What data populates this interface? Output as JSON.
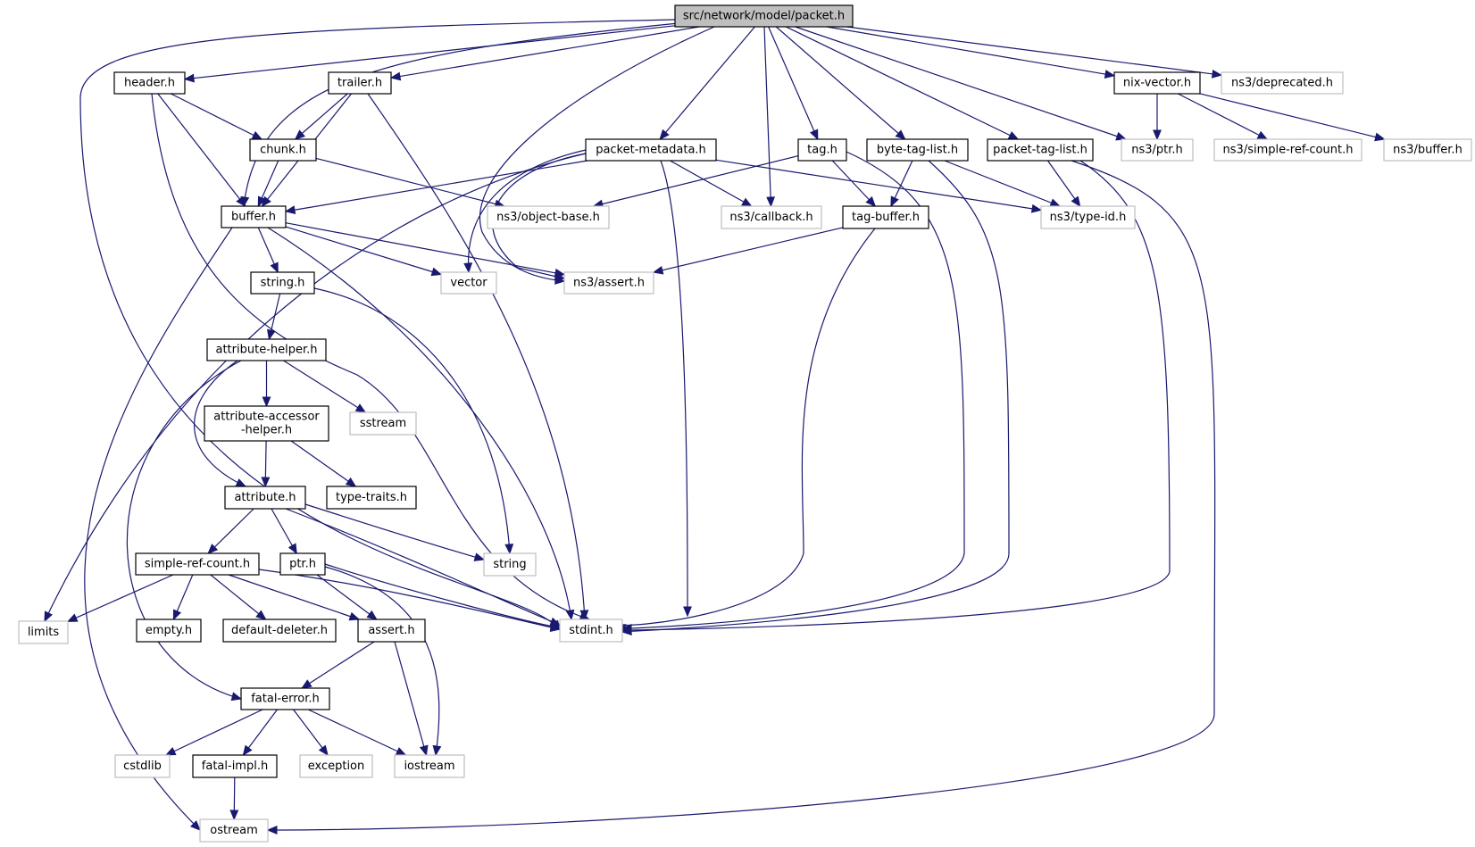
{
  "title": "src/network/model/packet.h",
  "colors": {
    "edge": "#191970",
    "root_fill": "#bfbfbf",
    "local_border": "#000000",
    "external_border": "#bfbfbf"
  },
  "nodes": [
    {
      "id": "packet_h",
      "label": "src/network/model/packet.h",
      "kind": "root"
    },
    {
      "id": "header_h",
      "label": "header.h",
      "kind": "local"
    },
    {
      "id": "trailer_h",
      "label": "trailer.h",
      "kind": "local"
    },
    {
      "id": "chunk_h",
      "label": "chunk.h",
      "kind": "local"
    },
    {
      "id": "buffer_h",
      "label": "buffer.h",
      "kind": "local"
    },
    {
      "id": "packet_metadata_h",
      "label": "packet-metadata.h",
      "kind": "local"
    },
    {
      "id": "tag_h",
      "label": "tag.h",
      "kind": "local"
    },
    {
      "id": "byte_tag_list_h",
      "label": "byte-tag-list.h",
      "kind": "local"
    },
    {
      "id": "packet_tag_list_h",
      "label": "packet-tag-list.h",
      "kind": "local"
    },
    {
      "id": "nix_vector_h",
      "label": "nix-vector.h",
      "kind": "local"
    },
    {
      "id": "ns3_deprecated_h",
      "label": "ns3/deprecated.h",
      "kind": "external"
    },
    {
      "id": "ns3_ptr_h",
      "label": "ns3/ptr.h",
      "kind": "external"
    },
    {
      "id": "ns3_simple_ref_count_h",
      "label": "ns3/simple-ref-count.h",
      "kind": "external"
    },
    {
      "id": "ns3_buffer_h",
      "label": "ns3/buffer.h",
      "kind": "external"
    },
    {
      "id": "ns3_object_base_h",
      "label": "ns3/object-base.h",
      "kind": "external"
    },
    {
      "id": "ns3_callback_h",
      "label": "ns3/callback.h",
      "kind": "external"
    },
    {
      "id": "tag_buffer_h",
      "label": "tag-buffer.h",
      "kind": "local"
    },
    {
      "id": "ns3_type_id_h",
      "label": "ns3/type-id.h",
      "kind": "external"
    },
    {
      "id": "string_h",
      "label": "string.h",
      "kind": "local"
    },
    {
      "id": "vector",
      "label": "vector",
      "kind": "external"
    },
    {
      "id": "ns3_assert_h",
      "label": "ns3/assert.h",
      "kind": "external"
    },
    {
      "id": "attribute_helper_h",
      "label": "attribute-helper.h",
      "kind": "local"
    },
    {
      "id": "attribute_accessor_helper_h",
      "label": "attribute-accessor\n-helper.h",
      "kind": "local"
    },
    {
      "id": "sstream",
      "label": "sstream",
      "kind": "external"
    },
    {
      "id": "attribute_h",
      "label": "attribute.h",
      "kind": "local"
    },
    {
      "id": "type_traits_h",
      "label": "type-traits.h",
      "kind": "local"
    },
    {
      "id": "simple_ref_count_h",
      "label": "simple-ref-count.h",
      "kind": "local"
    },
    {
      "id": "ptr_h",
      "label": "ptr.h",
      "kind": "local"
    },
    {
      "id": "string",
      "label": "string",
      "kind": "external"
    },
    {
      "id": "limits",
      "label": "limits",
      "kind": "external"
    },
    {
      "id": "empty_h",
      "label": "empty.h",
      "kind": "local"
    },
    {
      "id": "default_deleter_h",
      "label": "default-deleter.h",
      "kind": "local"
    },
    {
      "id": "assert_h",
      "label": "assert.h",
      "kind": "local"
    },
    {
      "id": "stdint_h",
      "label": "stdint.h",
      "kind": "external"
    },
    {
      "id": "fatal_error_h",
      "label": "fatal-error.h",
      "kind": "local"
    },
    {
      "id": "cstdlib",
      "label": "cstdlib",
      "kind": "external"
    },
    {
      "id": "fatal_impl_h",
      "label": "fatal-impl.h",
      "kind": "local"
    },
    {
      "id": "exception",
      "label": "exception",
      "kind": "external"
    },
    {
      "id": "iostream",
      "label": "iostream",
      "kind": "external"
    },
    {
      "id": "ostream",
      "label": "ostream",
      "kind": "external"
    }
  ],
  "edges": [
    [
      "packet_h",
      "header_h"
    ],
    [
      "packet_h",
      "trailer_h"
    ],
    [
      "packet_h",
      "buffer_h"
    ],
    [
      "packet_h",
      "packet_metadata_h"
    ],
    [
      "packet_h",
      "tag_h"
    ],
    [
      "packet_h",
      "byte_tag_list_h"
    ],
    [
      "packet_h",
      "packet_tag_list_h"
    ],
    [
      "packet_h",
      "nix_vector_h"
    ],
    [
      "packet_h",
      "ns3_deprecated_h"
    ],
    [
      "packet_h",
      "ns3_ptr_h"
    ],
    [
      "packet_h",
      "ns3_callback_h"
    ],
    [
      "packet_h",
      "ns3_assert_h"
    ],
    [
      "packet_h",
      "stdint_h"
    ],
    [
      "header_h",
      "chunk_h"
    ],
    [
      "header_h",
      "buffer_h"
    ],
    [
      "header_h",
      "stdint_h"
    ],
    [
      "trailer_h",
      "chunk_h"
    ],
    [
      "trailer_h",
      "buffer_h"
    ],
    [
      "trailer_h",
      "stdint_h"
    ],
    [
      "chunk_h",
      "buffer_h"
    ],
    [
      "chunk_h",
      "ns3_object_base_h"
    ],
    [
      "buffer_h",
      "string_h"
    ],
    [
      "buffer_h",
      "vector"
    ],
    [
      "buffer_h",
      "ns3_assert_h"
    ],
    [
      "buffer_h",
      "stdint_h"
    ],
    [
      "buffer_h",
      "ostream"
    ],
    [
      "packet_metadata_h",
      "buffer_h"
    ],
    [
      "packet_metadata_h",
      "vector"
    ],
    [
      "packet_metadata_h",
      "ns3_assert_h"
    ],
    [
      "packet_metadata_h",
      "ns3_callback_h"
    ],
    [
      "packet_metadata_h",
      "ns3_type_id_h"
    ],
    [
      "packet_metadata_h",
      "stdint_h"
    ],
    [
      "packet_metadata_h",
      "limits"
    ],
    [
      "tag_h",
      "ns3_object_base_h"
    ],
    [
      "tag_h",
      "tag_buffer_h"
    ],
    [
      "tag_h",
      "stdint_h"
    ],
    [
      "byte_tag_list_h",
      "tag_buffer_h"
    ],
    [
      "byte_tag_list_h",
      "ns3_type_id_h"
    ],
    [
      "byte_tag_list_h",
      "stdint_h"
    ],
    [
      "packet_tag_list_h",
      "ns3_type_id_h"
    ],
    [
      "packet_tag_list_h",
      "stdint_h"
    ],
    [
      "packet_tag_list_h",
      "ostream"
    ],
    [
      "nix_vector_h",
      "ns3_ptr_h"
    ],
    [
      "nix_vector_h",
      "ns3_simple_ref_count_h"
    ],
    [
      "nix_vector_h",
      "ns3_buffer_h"
    ],
    [
      "tag_buffer_h",
      "ns3_assert_h"
    ],
    [
      "tag_buffer_h",
      "stdint_h"
    ],
    [
      "string_h",
      "attribute_helper_h"
    ],
    [
      "string_h",
      "string"
    ],
    [
      "attribute_helper_h",
      "attribute_accessor_helper_h"
    ],
    [
      "attribute_helper_h",
      "attribute_h"
    ],
    [
      "attribute_helper_h",
      "sstream"
    ],
    [
      "attribute_helper_h",
      "fatal_error_h"
    ],
    [
      "attribute_accessor_helper_h",
      "attribute_h"
    ],
    [
      "attribute_accessor_helper_h",
      "type_traits_h"
    ],
    [
      "attribute_h",
      "simple_ref_count_h"
    ],
    [
      "attribute_h",
      "ptr_h"
    ],
    [
      "attribute_h",
      "string"
    ],
    [
      "attribute_h",
      "stdint_h"
    ],
    [
      "simple_ref_count_h",
      "limits"
    ],
    [
      "simple_ref_count_h",
      "empty_h"
    ],
    [
      "simple_ref_count_h",
      "default_deleter_h"
    ],
    [
      "simple_ref_count_h",
      "assert_h"
    ],
    [
      "simple_ref_count_h",
      "stdint_h"
    ],
    [
      "ptr_h",
      "assert_h"
    ],
    [
      "ptr_h",
      "iostream"
    ],
    [
      "ptr_h",
      "stdint_h"
    ],
    [
      "assert_h",
      "fatal_error_h"
    ],
    [
      "assert_h",
      "iostream"
    ],
    [
      "fatal_error_h",
      "cstdlib"
    ],
    [
      "fatal_error_h",
      "fatal_impl_h"
    ],
    [
      "fatal_error_h",
      "exception"
    ],
    [
      "fatal_error_h",
      "iostream"
    ],
    [
      "fatal_impl_h",
      "ostream"
    ]
  ]
}
